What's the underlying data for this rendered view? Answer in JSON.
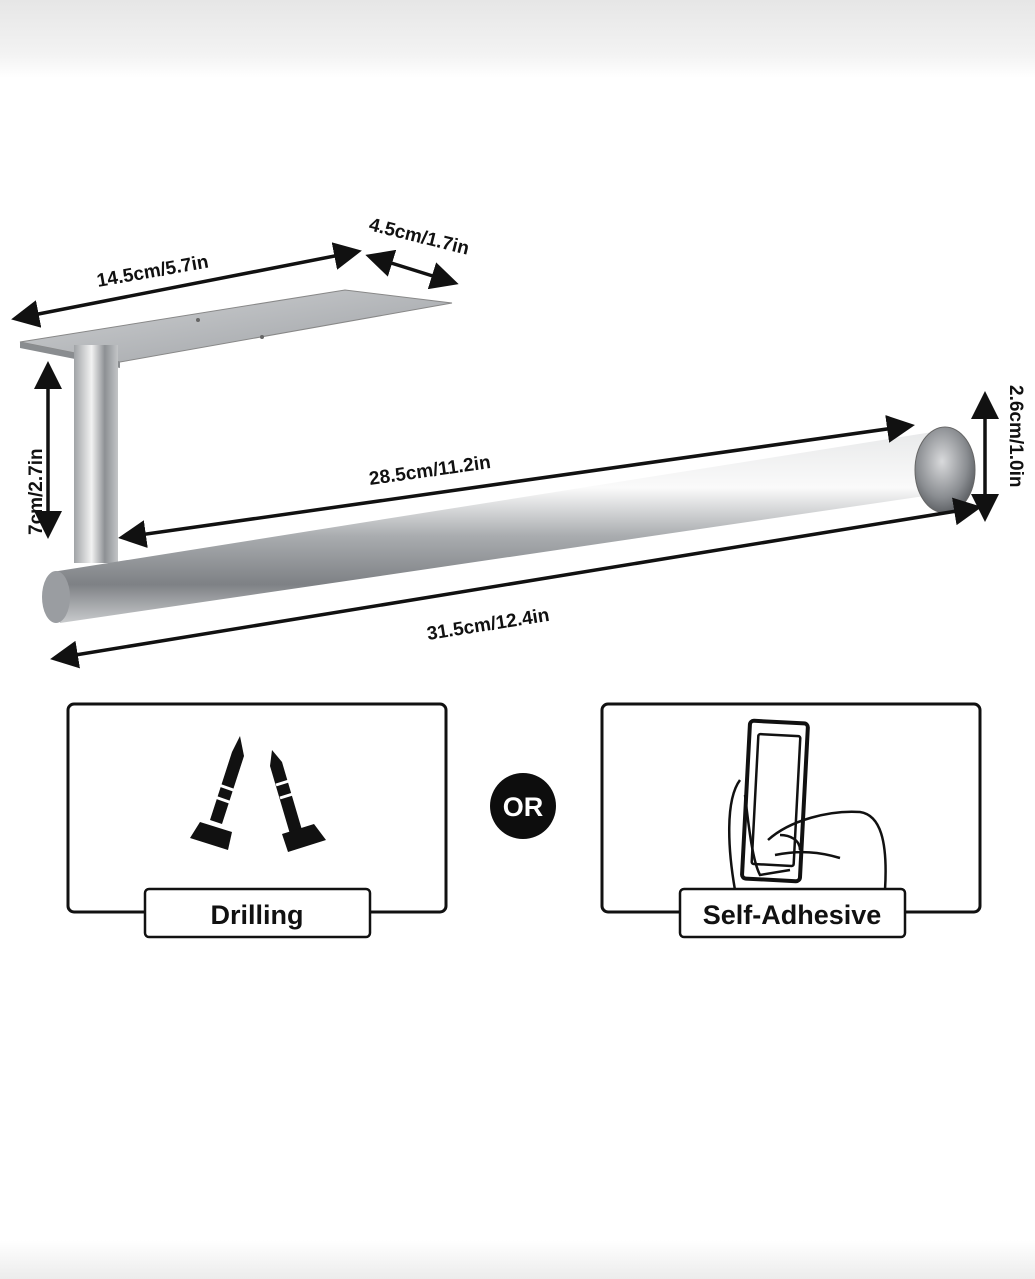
{
  "dimensions": {
    "plate_length": "14.5cm/5.7in",
    "plate_width": "4.5cm/1.7in",
    "post_height": "7cm/2.7in",
    "usable_length": "28.5cm/11.2in",
    "total_length": "31.5cm/12.4in",
    "cap_diameter": "2.6cm/1.0in"
  },
  "install_options": {
    "option1": "Drilling",
    "separator": "OR",
    "option2": "Self-Adhesive"
  },
  "colors": {
    "steel": "#b9bcbf",
    "ink": "#111111"
  }
}
